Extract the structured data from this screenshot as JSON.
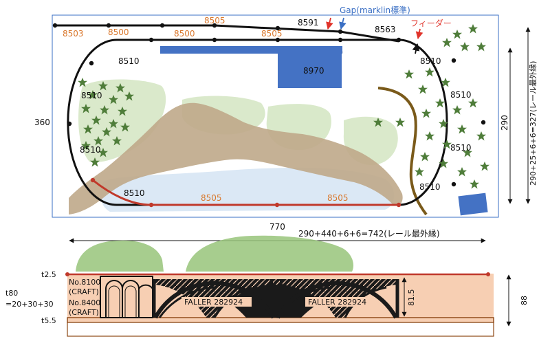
{
  "plan": {
    "track_labels": {
      "top_left_8503": "8503",
      "top_8500_a": "8500",
      "top_8505_a": "8505",
      "top_8500_b": "8500",
      "top_8505_b": "8505",
      "top_8591": "8591",
      "top_8563": "8563",
      "left_8510_top": "8510",
      "left_8510_mid": "8510",
      "left_8510_bot": "8510",
      "right_8510_top": "8510",
      "right_8510_mid": "8510",
      "right_8510_low": "8510",
      "right_8510_bot": "8510",
      "bottom_8510": "8510",
      "bottom_8505_a": "8505",
      "bottom_8505_b": "8505"
    },
    "building_label": "8970",
    "gap_label": "Gap(marklin標準)",
    "feeder_label": "フィーダー",
    "depth_dim": "360",
    "right_dim_a": "290",
    "right_dim_b": "290+25+6+6=327(レール最外縁)",
    "width_dim": "770",
    "width_rail_dim": "290+440+6+6=742(レール最外縁)"
  },
  "section": {
    "top_plate": "t2.5",
    "body_thickness_a": "t80",
    "body_thickness_b": "=20+30+30",
    "bottom_plate": "t5.5",
    "arch_a_line1": "No.8100",
    "arch_a_line2": "(CRAFT)",
    "arch_b_line1": "No.8400",
    "arch_b_line2": "(CRAFT)",
    "bridge_label_1": "FALLER 282924",
    "bridge_label_2": "FALLER 282924",
    "height_dim": "81.5",
    "total_dim": "88"
  },
  "colors": {
    "track": "#111111",
    "siding_track": "#c0392b",
    "label_orange": "#d9782d",
    "gap_blue": "#3a6fc4",
    "feeder_red": "#e0332a",
    "building_blue": "#4472c4",
    "hill_tan": "#bfa98a",
    "water_blue": "#dbe8f5",
    "forest_light": "#d8e8c8",
    "tree_green": "#4f7d3a",
    "road_brown": "#7a5a1a",
    "section_body": "#f7cfb3",
    "section_green": "#98c47a"
  }
}
